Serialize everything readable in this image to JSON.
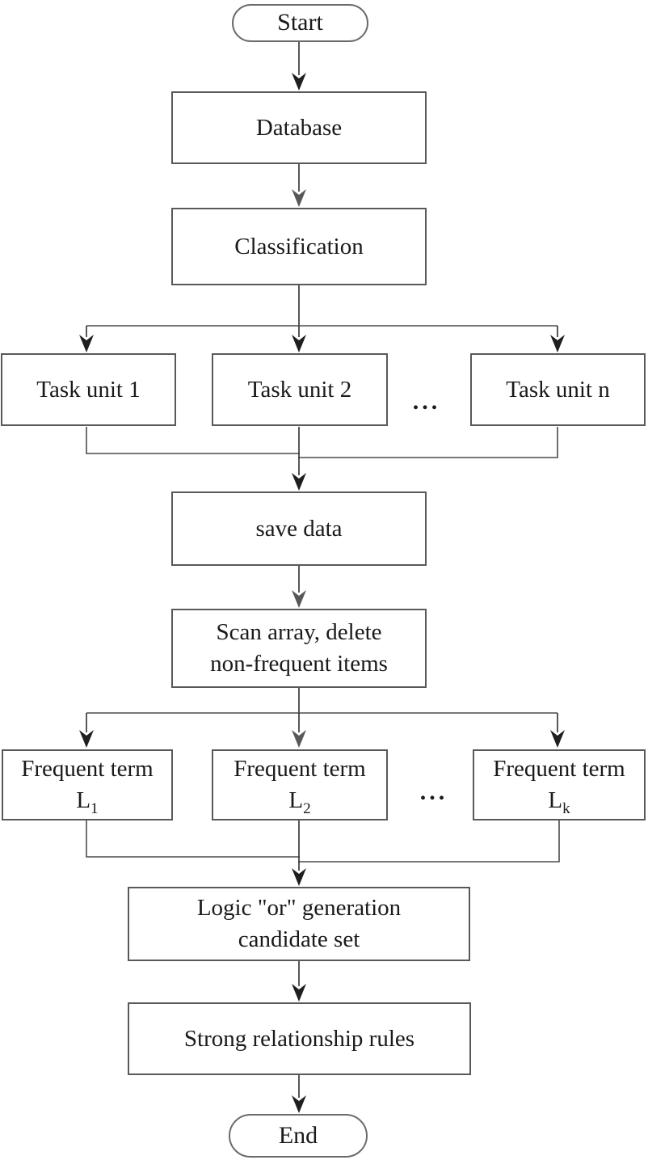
{
  "diagram": {
    "type": "flowchart",
    "colors": {
      "background": "#ffffff",
      "box_border": "#58595b",
      "pill_border": "#6a6b6d",
      "line": "#2f2f31",
      "arrow_black": "#1f1f21",
      "arrow_gray": "#58585a",
      "text": "#1a1a1c"
    },
    "nodes": {
      "start": {
        "label": "Start",
        "shape": "rounded"
      },
      "database": {
        "label": "Database",
        "shape": "rect"
      },
      "classification": {
        "label": "Classification",
        "shape": "rect"
      },
      "task1": {
        "label": "Task unit 1",
        "shape": "rect"
      },
      "task2": {
        "label": "Task unit 2",
        "shape": "rect"
      },
      "task_ellipsis": {
        "label": "..."
      },
      "taskn": {
        "label": "Task unit n",
        "shape": "rect"
      },
      "save_data": {
        "label": "save data",
        "shape": "rect"
      },
      "scan_array": {
        "line1": "Scan array, delete",
        "line2": "non-frequent items",
        "shape": "rect"
      },
      "freq1": {
        "line1": "Frequent term",
        "base": "L",
        "sub": "1",
        "shape": "rect"
      },
      "freq2": {
        "line1": "Frequent term",
        "base": "L",
        "sub": "2",
        "shape": "rect"
      },
      "freq_ellipsis": {
        "label": "..."
      },
      "freqk": {
        "line1": "Frequent term",
        "base": "L",
        "sub": "k",
        "shape": "rect"
      },
      "logic": {
        "line1": "Logic \"or\" generation",
        "line2": "candidate set",
        "shape": "rect"
      },
      "strong": {
        "label": "Strong relationship rules",
        "shape": "rect"
      },
      "end": {
        "label": "End",
        "shape": "rounded"
      }
    },
    "edges": [
      {
        "from": "start",
        "to": "database",
        "arrow": "black"
      },
      {
        "from": "database",
        "to": "classification",
        "arrow": "gray"
      },
      {
        "from": "classification",
        "to": "task1",
        "arrow": "black"
      },
      {
        "from": "classification",
        "to": "task2",
        "arrow": "black"
      },
      {
        "from": "classification",
        "to": "taskn",
        "arrow": "black"
      },
      {
        "from": "task1",
        "to": "save_data",
        "arrow": "none"
      },
      {
        "from": "task2",
        "to": "save_data",
        "arrow": "black"
      },
      {
        "from": "taskn",
        "to": "save_data",
        "arrow": "none"
      },
      {
        "from": "save_data",
        "to": "scan_array",
        "arrow": "gray"
      },
      {
        "from": "scan_array",
        "to": "freq1",
        "arrow": "black"
      },
      {
        "from": "scan_array",
        "to": "freq2",
        "arrow": "gray"
      },
      {
        "from": "scan_array",
        "to": "freqk",
        "arrow": "black"
      },
      {
        "from": "freq1",
        "to": "logic",
        "arrow": "none"
      },
      {
        "from": "freq2",
        "to": "logic",
        "arrow": "black"
      },
      {
        "from": "freqk",
        "to": "logic",
        "arrow": "none"
      },
      {
        "from": "logic",
        "to": "strong",
        "arrow": "black"
      },
      {
        "from": "strong",
        "to": "end",
        "arrow": "black"
      }
    ]
  }
}
